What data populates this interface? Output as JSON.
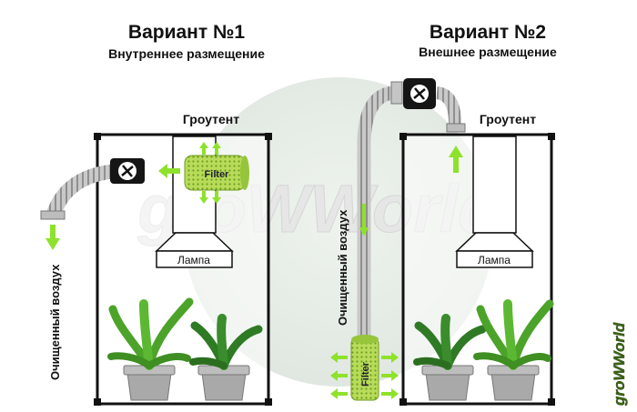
{
  "variant1": {
    "title": "Вариант №1",
    "subtitle": "Внутреннее размещение",
    "tent_label": "Гроутент",
    "lamp_label": "Лампа",
    "filter_label": "Filter",
    "air_label": "Очищенный воздух"
  },
  "variant2": {
    "title": "Вариант №2",
    "subtitle": "Внешнее размещение",
    "tent_label": "Гроутент",
    "lamp_label": "Лампа",
    "filter_label": "Filter",
    "air_label": "Очищенный воздух"
  },
  "watermark": "groWWorld",
  "logo": "groWWorld",
  "colors": {
    "arrow": "#8ee22b",
    "filter": "#a8d44a",
    "frame": "#111111",
    "leaf": "#4ca32a",
    "pot": "#a9a9a9"
  }
}
